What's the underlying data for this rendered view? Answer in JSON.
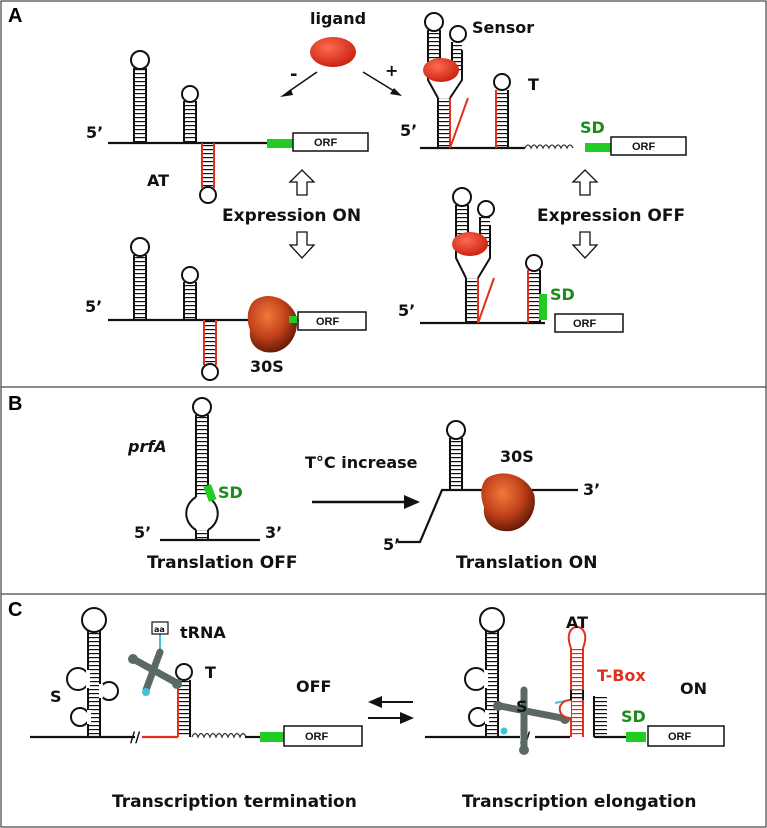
{
  "colors": {
    "red_segment": "#e0301e",
    "sd_green": "#22cc22",
    "ribosome": "#b8380f",
    "ligand": "#e0301e",
    "trna": "#5a6a62"
  },
  "panelA": {
    "letter": "A",
    "ligand": "ligand",
    "sensor": "Sensor",
    "minus": "-",
    "plus": "+",
    "t_label": "T",
    "five_prime": "5’",
    "at": "AT",
    "sd": "SD",
    "orf": "ORF",
    "expression_on": "Expression ON",
    "expression_off": "Expression OFF",
    "ribosome": "30S"
  },
  "panelB": {
    "letter": "B",
    "gene": "prfA",
    "sd": "SD",
    "temp": "T°C increase",
    "ribosome": "30S",
    "five_prime": "5’",
    "three_prime": "3’",
    "off": "Translation OFF",
    "on": "Translation ON"
  },
  "panelC": {
    "letter": "C",
    "trna": "tRNA",
    "aa": "aa",
    "s": "S",
    "t": "T",
    "off": "OFF",
    "on": "ON",
    "at": "AT",
    "tbox": "T-Box",
    "sd": "SD",
    "orf": "ORF",
    "left_caption": "Transcription termination",
    "right_caption": "Transcription elongation"
  }
}
